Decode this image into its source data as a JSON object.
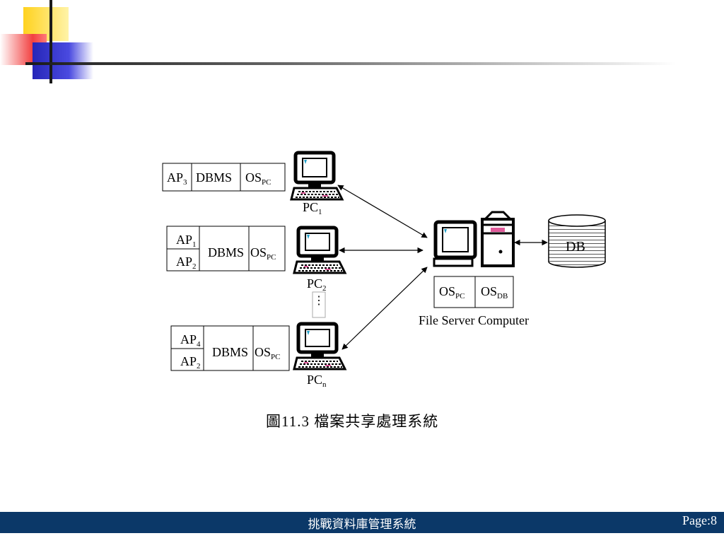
{
  "diagram": {
    "pc1": {
      "label": "PC",
      "label_sub": "1",
      "stack": {
        "ap": "AP",
        "ap_sub": "3",
        "dbms": "DBMS",
        "os": "OS",
        "os_sub": "PC"
      }
    },
    "pc2": {
      "label": "PC",
      "label_sub": "2",
      "stack": {
        "ap_top": "AP",
        "ap_top_sub": "1",
        "ap_bottom": "AP",
        "ap_bottom_sub": "2",
        "dbms": "DBMS",
        "os": "OS",
        "os_sub": "PC"
      }
    },
    "pcn": {
      "label": "PC",
      "label_sub": "n",
      "stack": {
        "ap_top": "AP",
        "ap_top_sub": "4",
        "ap_bottom": "AP",
        "ap_bottom_sub": "2",
        "dbms": "DBMS",
        "os": "OS",
        "os_sub": "PC"
      }
    },
    "ellipsis": "⋮",
    "server": {
      "os_pc": "OS",
      "os_pc_sub": "PC",
      "os_db": "OS",
      "os_db_sub": "DB",
      "label": "File Server Computer"
    },
    "db": {
      "label": "DB"
    }
  },
  "caption": "圖11.3  檔案共享處理系統",
  "footer": {
    "title": "挑戰資料庫管理系統",
    "page": "Page:8"
  }
}
